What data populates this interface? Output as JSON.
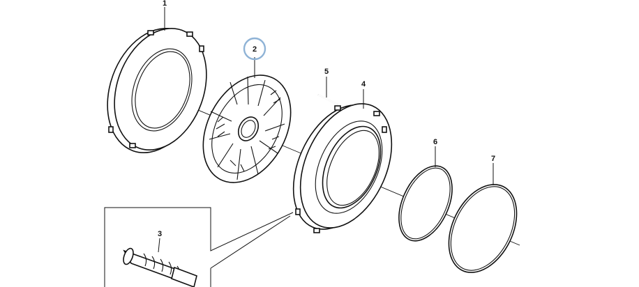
{
  "callouts": [
    {
      "id": "p1",
      "number": "1"
    },
    {
      "id": "p2",
      "number": "2",
      "highlighted": true
    },
    {
      "id": "p3",
      "number": "3"
    },
    {
      "id": "p4",
      "number": "4"
    },
    {
      "id": "p5",
      "number": "5"
    },
    {
      "id": "p6",
      "number": "6"
    },
    {
      "id": "p7",
      "number": "7"
    }
  ],
  "colors": {
    "line": "#111111",
    "highlight": "#8fb3d6",
    "background": "#ffffff"
  }
}
